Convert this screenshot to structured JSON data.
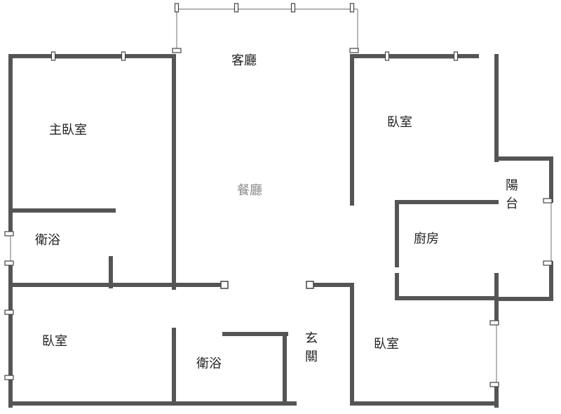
{
  "floor_plan": {
    "rooms": {
      "living_room": "客廳",
      "dining_room": "餐廳",
      "master_bedroom": "主臥室",
      "bedroom_upper_right": "臥室",
      "bedroom_lower_left": "臥室",
      "bedroom_lower_right": "臥室",
      "bathroom_master": "衛浴",
      "bathroom_shared": "衛浴",
      "kitchen": "廚房",
      "balcony": "陽台",
      "entrance": "玄關"
    },
    "colors": {
      "wall": "#555555",
      "window_line": "#888888",
      "window_post": "#444444",
      "label_text": "#222222",
      "faded_label_text": "#8a8a8a"
    }
  }
}
